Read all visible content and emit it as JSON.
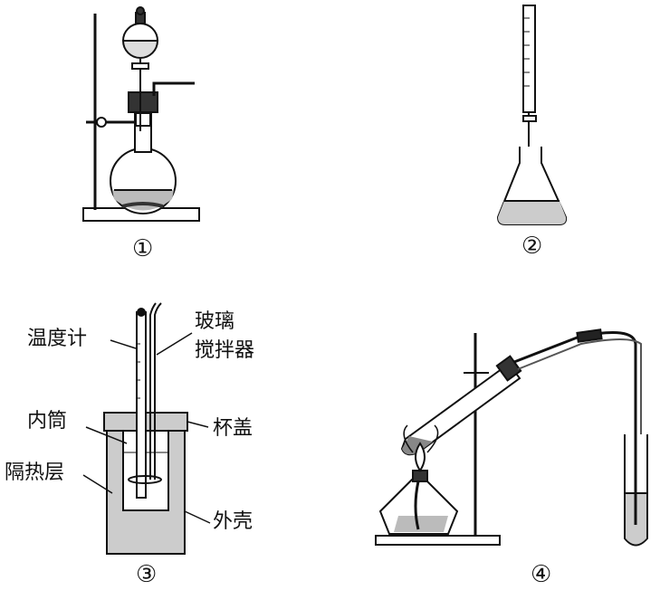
{
  "figures": [
    {
      "number": "①"
    },
    {
      "number": "②"
    },
    {
      "number": "③",
      "labels": {
        "thermometer": "温度计",
        "glass_1": "玻璃",
        "glass_2": "搅拌器",
        "inner_cup": "内筒",
        "lid": "杯盖",
        "insulation": "隔热层",
        "shell": "外壳"
      }
    },
    {
      "number": "④"
    }
  ]
}
